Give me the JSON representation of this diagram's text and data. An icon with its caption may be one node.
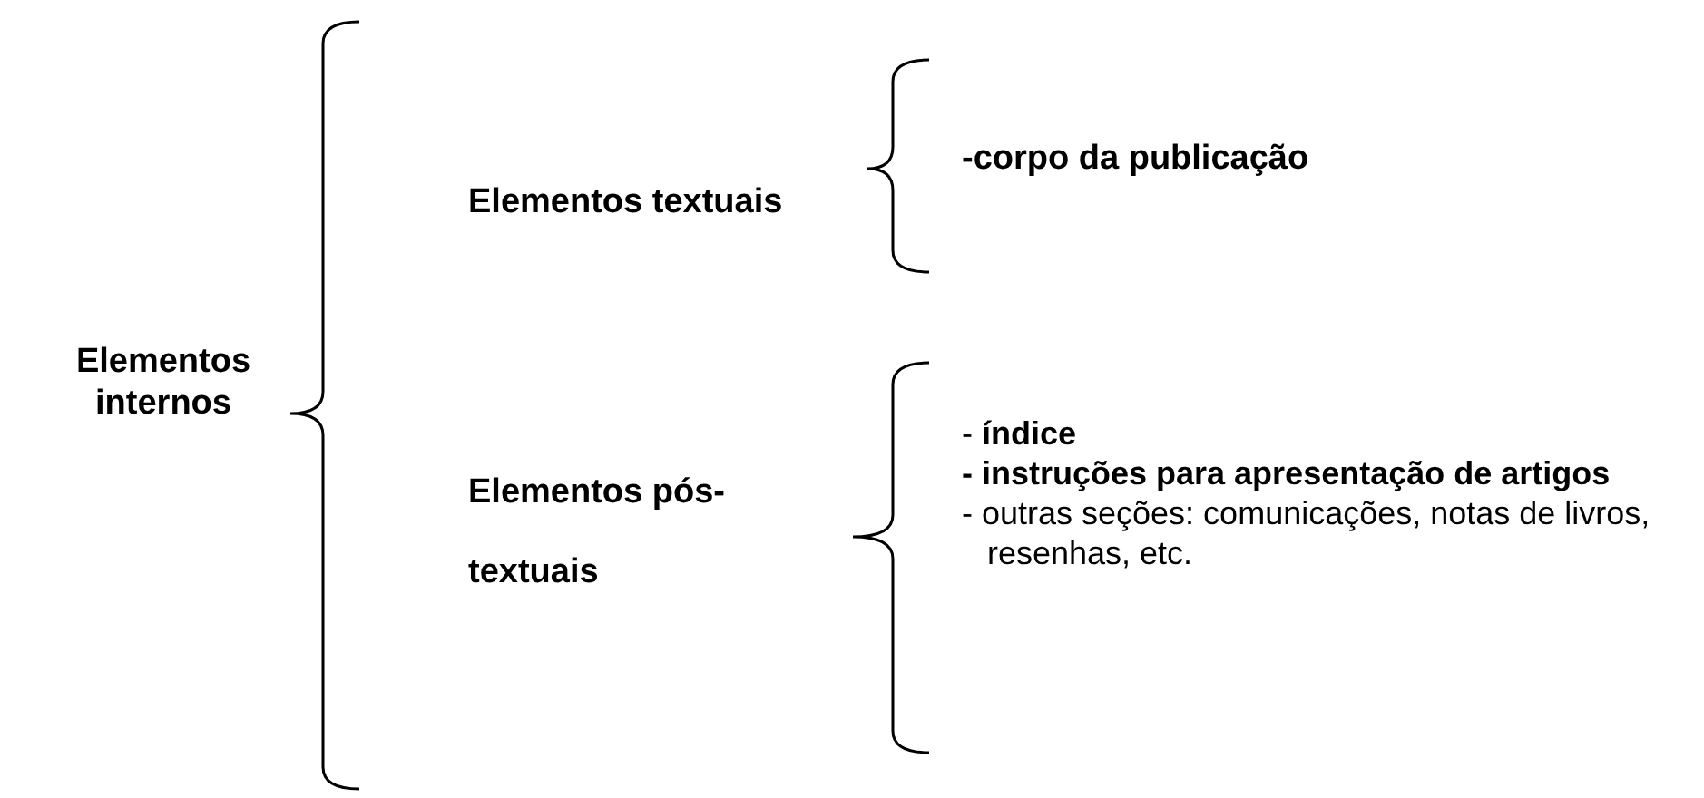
{
  "diagram": {
    "nodes": [
      {
        "text": [
          "Elementos internos"
        ]
      },
      {
        "text": [
          "Elementos textuais"
        ]
      },
      {
        "text": [
          "-corpo da publicação"
        ]
      },
      {
        "text": [
          "Elementos pós-textuais"
        ]
      },
      {
        "text": [
          "- **índice**",
          "**- instruções para apresentação de artigos**",
          "- outras seções: comunicações, notas de livros, resenhas, etc."
        ]
      }
    ],
    "edges": []
  }
}
